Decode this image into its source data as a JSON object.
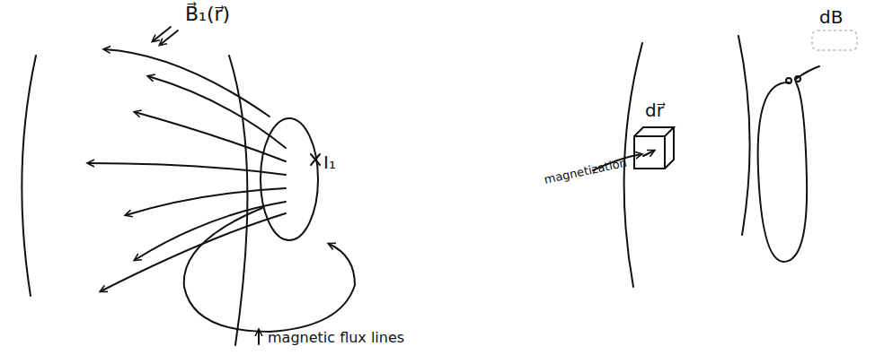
{
  "diagram": {
    "labels": [
      "B⃗₁(r⃗)",
      "I₁",
      "magnetic flux lines",
      "dr⃗",
      "magnetization",
      "dB"
    ]
  }
}
